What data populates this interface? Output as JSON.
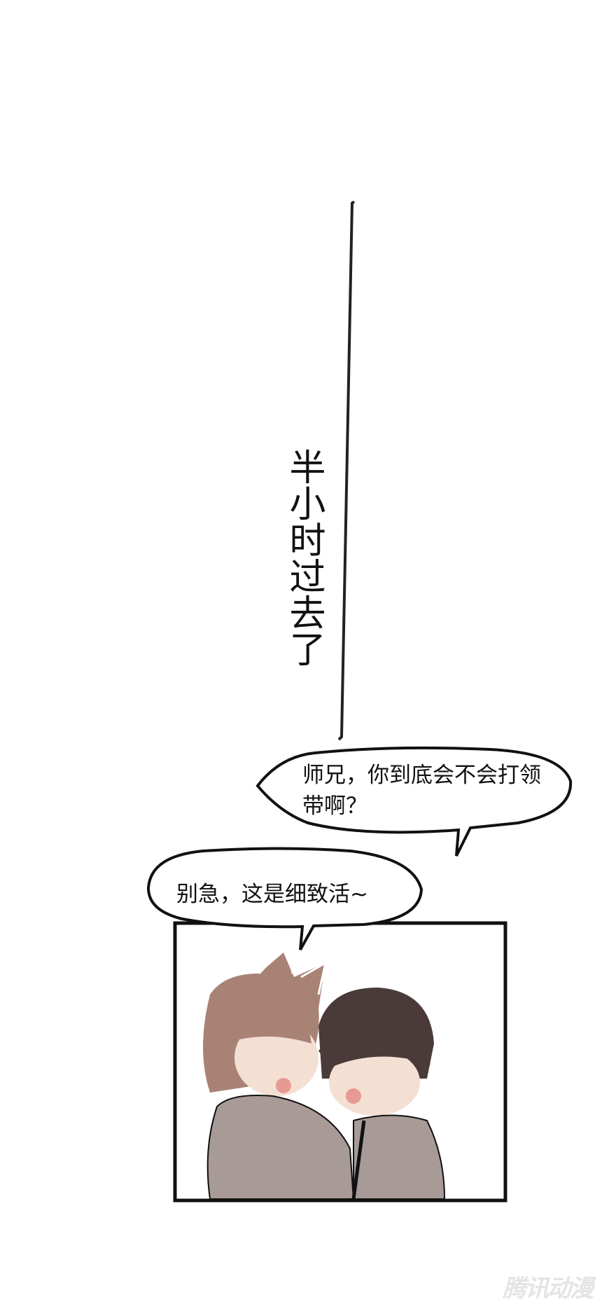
{
  "narration": "半小时过去了",
  "dialogue": [
    {
      "speaker": "right",
      "text": "师兄，你到底会不会打领带啊？"
    },
    {
      "speaker": "left",
      "text": "别急，这是细致活~"
    }
  ],
  "watermark": "腾讯动漫",
  "colors": {
    "ink": "#111111",
    "hair_left": "#a98276",
    "hair_right": "#4a3a3a",
    "suit": "#a89a96",
    "blush": "#e79a94",
    "skin": "#f4dfd3"
  }
}
